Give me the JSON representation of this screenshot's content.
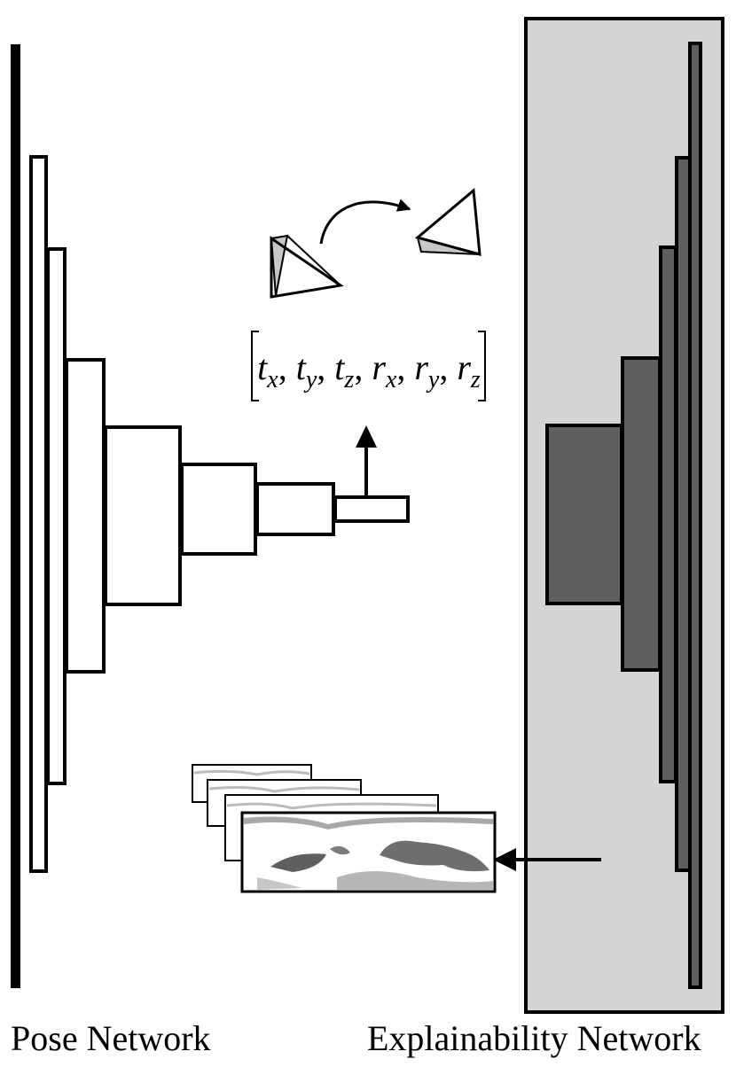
{
  "labels": {
    "pose_network": "Pose Network",
    "explainability_network": "Explainability Network"
  },
  "pose_vector": {
    "symbols": [
      {
        "base": "t",
        "sub": "x"
      },
      {
        "base": "t",
        "sub": "y"
      },
      {
        "base": "t",
        "sub": "z"
      },
      {
        "base": "r",
        "sub": "x"
      },
      {
        "base": "r",
        "sub": "y"
      },
      {
        "base": "r",
        "sub": "z"
      }
    ]
  },
  "colors": {
    "background": "#ffffff",
    "stroke": "#000000",
    "pose_layer_fill": "#ffffff",
    "explainability_panel_fill": "#d4d4d4",
    "explainability_layer_fill": "#5f5f5f",
    "camera_face_fill": "#c8c8c8"
  },
  "icons": [
    "camera-frustum-icon",
    "camera-frustum-icon",
    "curved-motion-arrow-icon",
    "up-arrow-icon",
    "left-arrow-icon"
  ]
}
